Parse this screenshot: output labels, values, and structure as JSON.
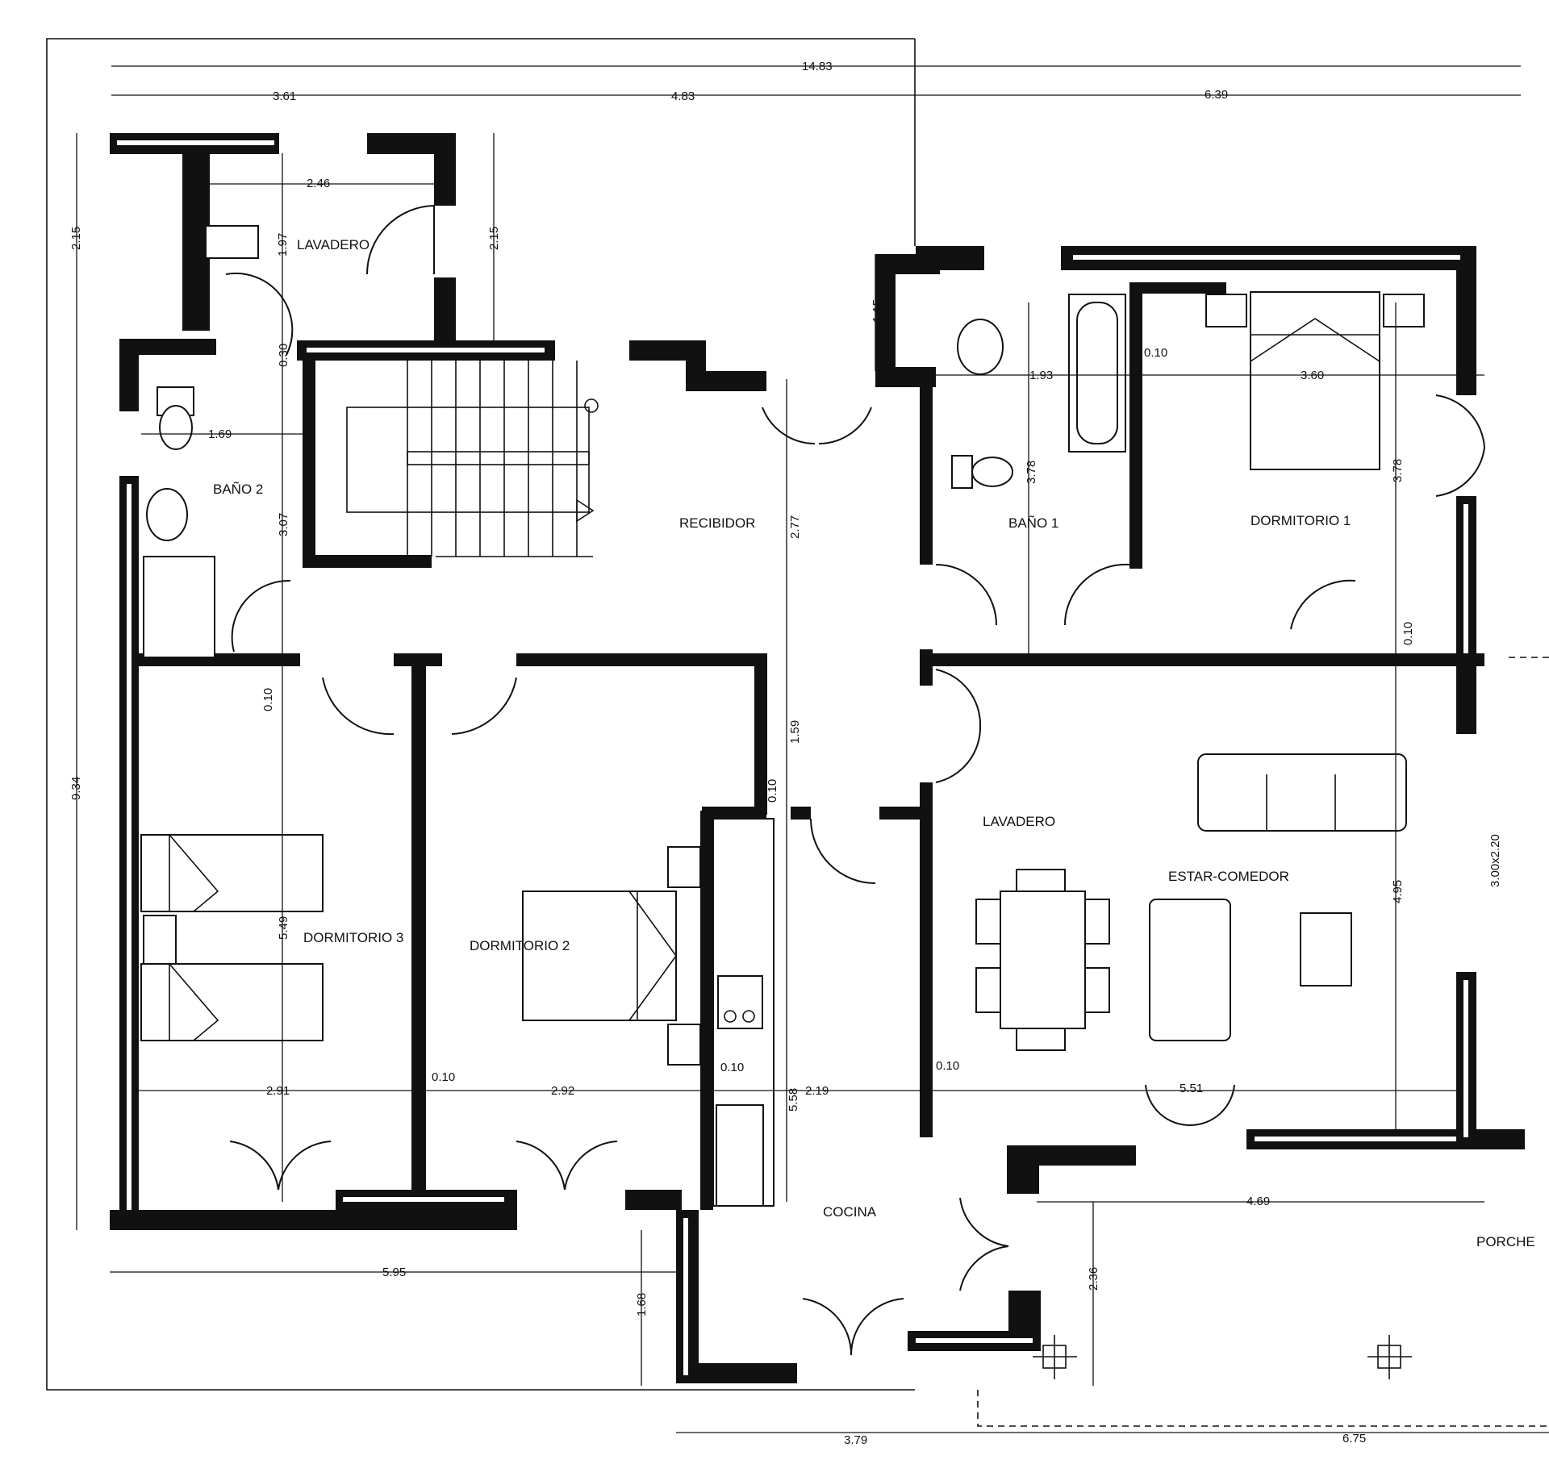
{
  "rooms": {
    "lavadero_top": "LAVADERO",
    "bano2": "BAÑO 2",
    "recibidor": "RECIBIDOR",
    "bano1": "BAÑO 1",
    "dormitorio1": "DORMITORIO 1",
    "lavadero_mid": "LAVADERO",
    "estar_comedor": "ESTAR-COMEDOR",
    "dormitorio3": "DORMITORIO 3",
    "dormitorio2": "DORMITORIO 2",
    "cocina": "COCINA",
    "porche": "PORCHE"
  },
  "dimensions": {
    "total_width": "14.83",
    "seg_1": "3.61",
    "seg_2": "4.83",
    "seg_3": "6.39",
    "lavadero_width": "2.46",
    "lavadero_height": "1.97",
    "lavadero_left_height": "2.15",
    "lavadero_right_height": "2.15",
    "wall_030": "0.30",
    "bano2_width": "1.69",
    "bano2_height": "3.07",
    "wall_010_left": "0.10",
    "left_total_height": "9.34",
    "recibidor_height": "2.77",
    "recibidor_lower": "1.59",
    "wall_010_kitchen_top": "0.10",
    "step_115": "1.15",
    "bano1_width": "1.93",
    "bano1_height": "3.78",
    "wall_010_bano1": "0.10",
    "dorm1_width": "3.60",
    "dorm1_height": "3.78",
    "wall_010_dorm1": "0.10",
    "window_300x220": "3.00x2.20",
    "estar_height": "4.95",
    "dorm3_height": "5.49",
    "dorm3_width": "2.91",
    "wall_010_d3d2": "0.10",
    "dorm2_width": "2.92",
    "wall_010_kitchen": "0.10",
    "cocina_width": "2.19",
    "cocina_height": "5.58",
    "wall_010_estar": "0.10",
    "estar_width": "5.51",
    "porche_width": "4.69",
    "porche_height": "2.36",
    "bottom_left_width": "5.95",
    "kitchen_step_height": "1.68",
    "bottom_seg_1": "3.79",
    "bottom_seg_2": "6.75"
  }
}
